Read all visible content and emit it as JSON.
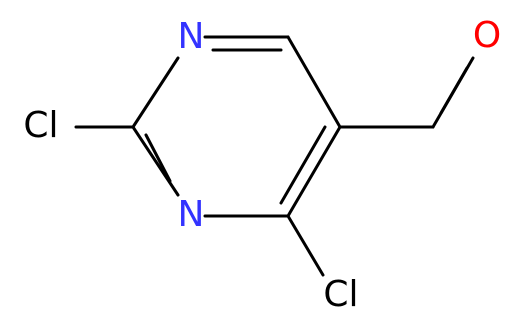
{
  "molecule": {
    "atoms": {
      "n1": "N",
      "n3": "N",
      "cl2": "Cl",
      "cl4": "Cl",
      "o": "O"
    },
    "colors": {
      "nitrogen": "#3333ff",
      "chlorine": "#000000",
      "oxygen": "#ff0000",
      "bond": "#000000"
    }
  }
}
